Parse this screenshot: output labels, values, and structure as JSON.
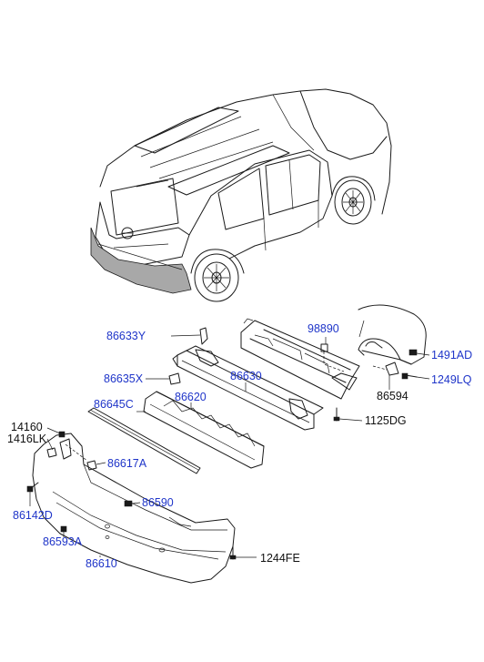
{
  "labels": {
    "l86633y": "86633Y",
    "l98890": "98890",
    "l1491ad": "1491AD",
    "l86635x": "86635X",
    "l86630": "86630",
    "l1249lq": "1249LQ",
    "l86594": "86594",
    "l86645c": "86645C",
    "l86620": "86620",
    "l1125dg": "1125DG",
    "l14160": "14160",
    "l1416lk": "1416LK",
    "l86617a": "86617A",
    "l86590": "86590",
    "l86142d": "86142D",
    "l86593a": "86593A",
    "l86610": "86610",
    "l1244fe": "1244FE"
  },
  "colors": {
    "part_link": "#1f35c9",
    "part_plain": "#111111",
    "line": "#1a1a1a",
    "highlight": "#a8a8a8"
  }
}
